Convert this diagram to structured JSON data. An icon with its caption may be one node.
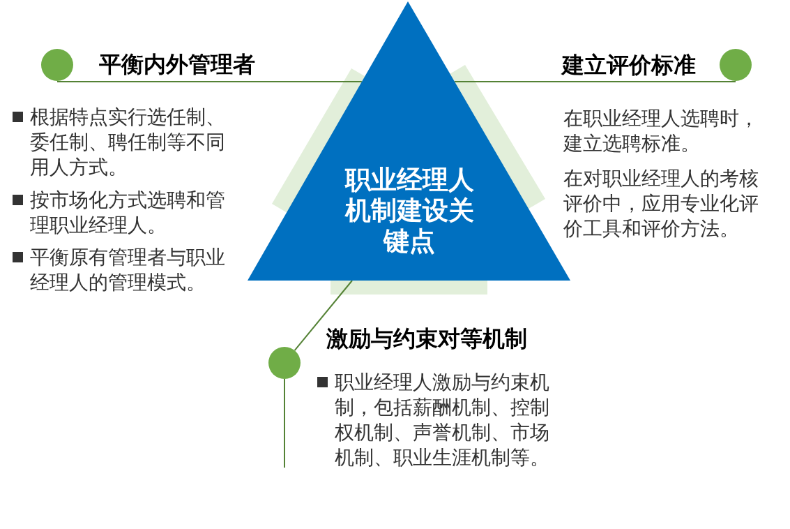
{
  "diagram": {
    "nodes": [
      {
        "text": [
          "职业经理人机制建设关键点"
        ]
      },
      {
        "text": [],
        "shape": "circle"
      },
      {
        "text": [],
        "shape": "circle"
      },
      {
        "text": [],
        "shape": "circle"
      }
    ],
    "edges": [
      {
        "from": 1,
        "to": 0,
        "arrow": "none"
      },
      {
        "from": 2,
        "to": 0,
        "arrow": "none"
      },
      {
        "from": 3,
        "to": 0,
        "arrow": "none"
      },
      {
        "from": 3,
        "to": null,
        "arrow": "none"
      }
    ],
    "labels": [
      "平衡内外管理者",
      "根据特点实行选任制、委任制、聘任制等不同用人方式。",
      "按市场化方式选聘和管理职业经理人。",
      "平衡原有管理者与职业经理人的管理模式。",
      "建立评价标准",
      "在职业经理人选聘时，建立选聘标准。",
      "在对职业经理人的考核评价中，应用专业化评价工具和评价方法。",
      "激励与约束对等机制",
      "职业经理人激励与约束机制，包括薪酬机制、控制权机制、声誉机制、市场机制、职业生涯机制等。"
    ]
  }
}
